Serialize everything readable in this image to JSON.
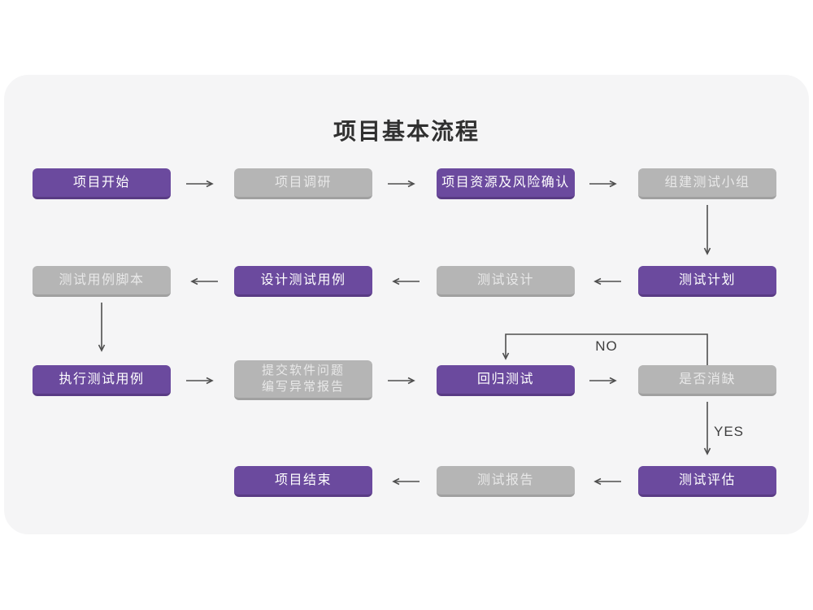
{
  "title": "项目基本流程",
  "branch_labels": {
    "no": "NO",
    "yes": "YES"
  },
  "colors": {
    "purple": "#6b4a9e",
    "purple_edge": "#593b84",
    "gray": "#b5b5b5",
    "gray_edge": "#a0a0a0",
    "panel": "#f5f5f6",
    "arrow": "#4f4f4f",
    "text_on_purple": "#ffffff",
    "text_on_gray": "#e8e8e8",
    "title_text": "#303030"
  },
  "nodes": [
    {
      "id": "project-start",
      "label": "项目开始",
      "variant": "purple"
    },
    {
      "id": "project-research",
      "label": "项目调研",
      "variant": "gray"
    },
    {
      "id": "resources-risk-confirm",
      "label": "项目资源及风险确认",
      "variant": "purple"
    },
    {
      "id": "build-test-team",
      "label": "组建测试小组",
      "variant": "gray"
    },
    {
      "id": "test-case-script",
      "label": "测试用例脚本",
      "variant": "gray"
    },
    {
      "id": "design-test-case",
      "label": "设计测试用例",
      "variant": "purple"
    },
    {
      "id": "test-design",
      "label": "测试设计",
      "variant": "gray"
    },
    {
      "id": "test-plan",
      "label": "测试计划",
      "variant": "purple"
    },
    {
      "id": "execute-test-case",
      "label": "执行测试用例",
      "variant": "purple"
    },
    {
      "id": "submit-issue-report",
      "label": "提交软件问题",
      "label2": "编写异常报告",
      "variant": "gray"
    },
    {
      "id": "regression-test",
      "label": "回归测试",
      "variant": "purple"
    },
    {
      "id": "defect-cleared",
      "label": "是否消缺",
      "variant": "gray"
    },
    {
      "id": "project-end",
      "label": "项目结束",
      "variant": "purple"
    },
    {
      "id": "test-report",
      "label": "测试报告",
      "variant": "gray"
    },
    {
      "id": "test-evaluation",
      "label": "测试评估",
      "variant": "purple"
    }
  ]
}
